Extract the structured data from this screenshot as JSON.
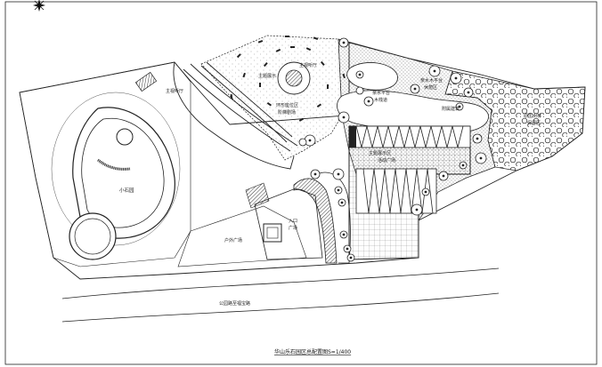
{
  "drawing": {
    "title": "华山乐石园区总配置图S=1/400",
    "road_label": "公园路至福宝路"
  },
  "labels": {
    "small_plaza": "小石园",
    "lookout": "主视听厅",
    "area_north": "主题展示",
    "stage": "主视听厅",
    "seating_plaza": "环形座位区",
    "seating_plaza2": "阶梯剧场",
    "event_hall": "主题展示区",
    "event_hall2": "活动广场",
    "pond_platform": "亲水平台",
    "pond_platform2": "木栈道",
    "corner_deck": "亲水木平台",
    "corner_deck2": "休憩区",
    "grove": "原生树林",
    "grove2": "保留区",
    "outdoor_yard": "户外广场",
    "entry_court": "入口",
    "entry_court2": "广场",
    "annex": "附属建筑"
  },
  "colors": {
    "line": "#1a1a1a",
    "hatch": "#333333",
    "paper": "#ffffff"
  },
  "icons": {
    "north_arrow": "north-arrow-icon"
  }
}
